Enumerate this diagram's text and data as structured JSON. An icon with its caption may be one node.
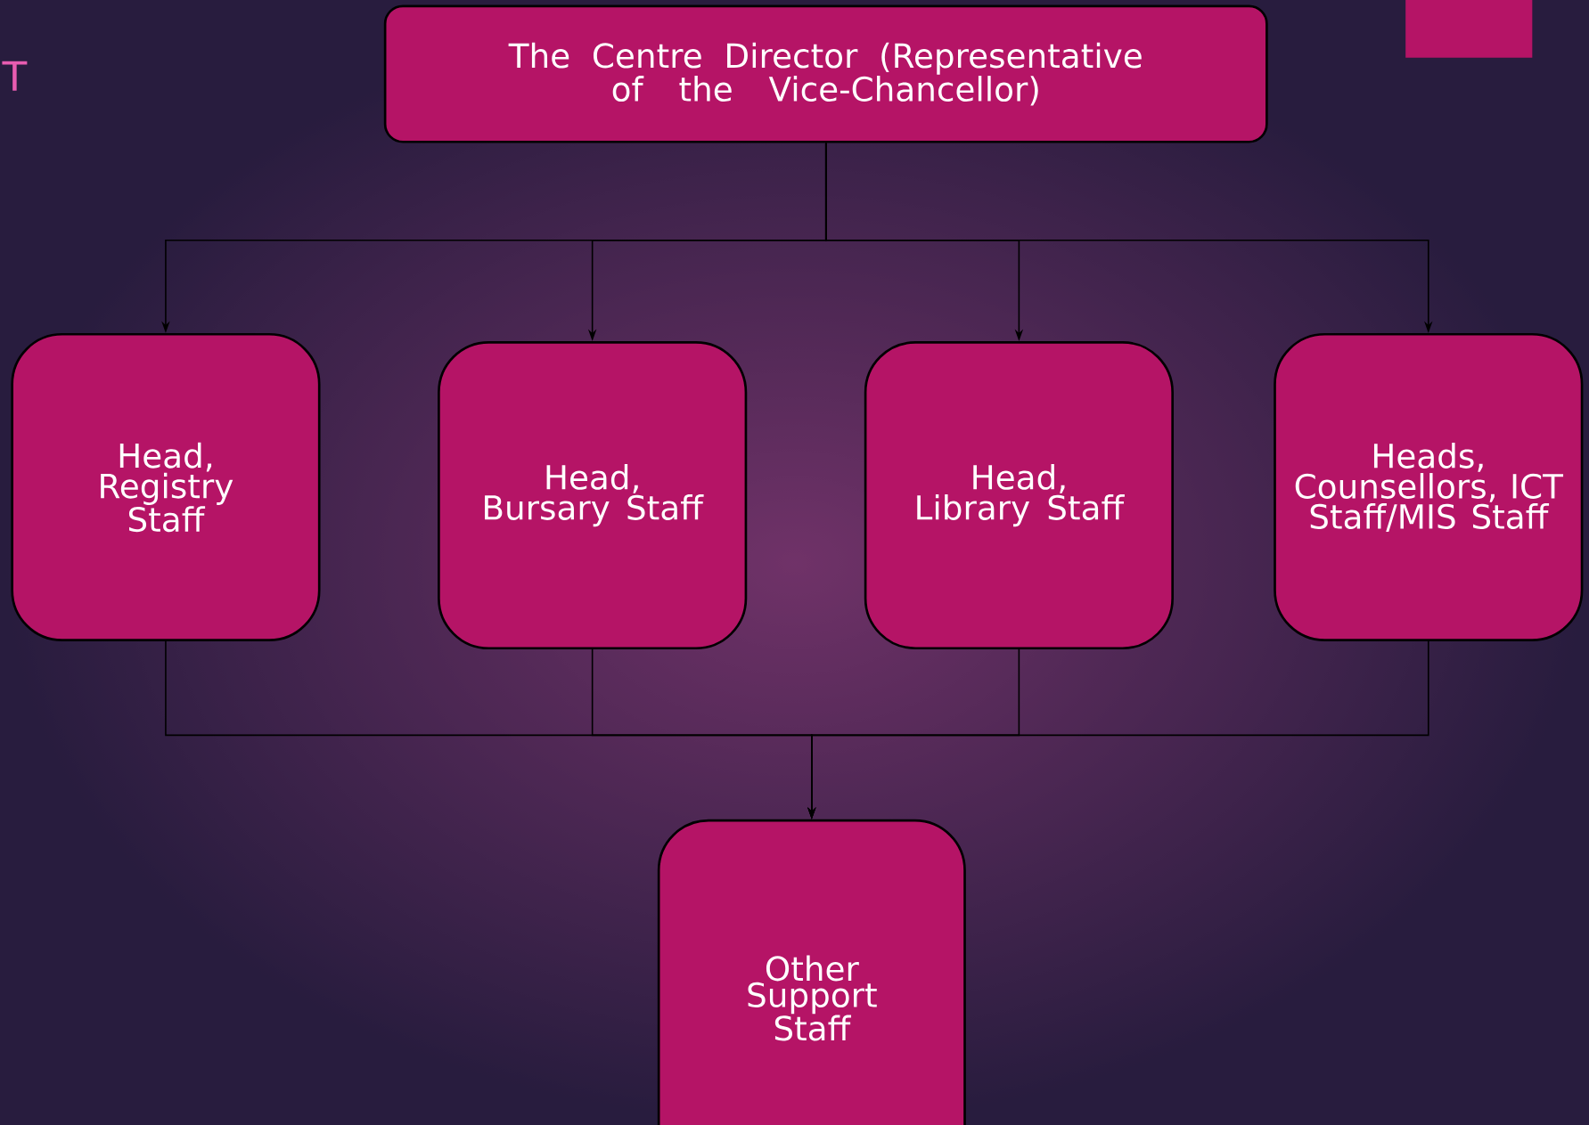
{
  "diagram": {
    "nodes": [
      {
        "text": [
          "The Centre Director (Representative of the Vice-Chancellor)"
        ]
      },
      {
        "text": [
          "Head, Registry Staff"
        ]
      },
      {
        "text": [
          "Head, Bursary Staff"
        ]
      },
      {
        "text": [
          "Head, Library Staff"
        ]
      },
      {
        "text": [
          "Heads, Counsellors, ICT Staff/MIS Staff"
        ]
      },
      {
        "text": [
          "Other Support Staff"
        ]
      },
      {
        "text": [],
        "shape": "box"
      }
    ],
    "edges": [
      {
        "from": 0,
        "to": 1,
        "arrow": "to"
      },
      {
        "from": 0,
        "to": 2,
        "arrow": "to"
      },
      {
        "from": 0,
        "to": 3,
        "arrow": "to"
      },
      {
        "from": 0,
        "to": 4,
        "arrow": "to"
      },
      {
        "from": 1,
        "to": 5,
        "arrow": "to"
      },
      {
        "from": 2,
        "to": 5,
        "arrow": "to"
      },
      {
        "from": 3,
        "to": 5,
        "arrow": "to"
      },
      {
        "from": 4,
        "to": 5,
        "arrow": "to"
      }
    ],
    "labels": [
      "T"
    ]
  }
}
